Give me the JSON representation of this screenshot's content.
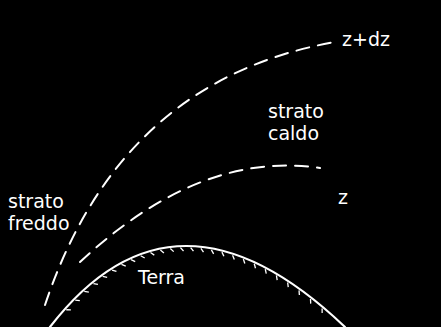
{
  "diagram": {
    "labels": [
      "z+dz",
      "strato caldo",
      "z",
      "strato freddo",
      "Terra"
    ]
  }
}
